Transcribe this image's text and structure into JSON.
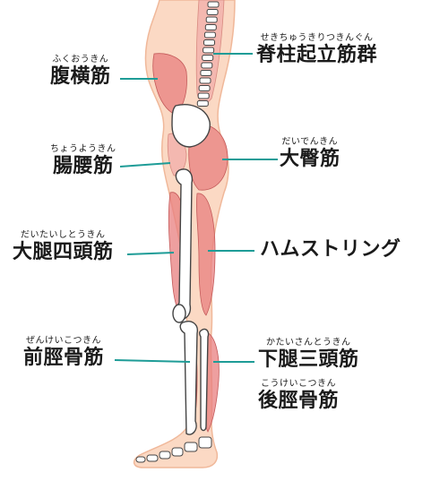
{
  "colors": {
    "skin": "#fbd9c4",
    "skin_outline": "#f0b89a",
    "muscle": "#e87f7f",
    "muscle_light": "#f4b8b0",
    "bone": "#ffffff",
    "bone_outline": "#444444",
    "leader_line": "#1e9c97",
    "text": "#1a1a1a"
  },
  "labels": [
    {
      "id": "rectus-abdominis",
      "furigana": "ふくおうきん",
      "name": "腹横筋",
      "side": "left"
    },
    {
      "id": "erector-spinae",
      "furigana": "せきちゅうきりつきんぐん",
      "name": "脊柱起立筋群",
      "side": "right"
    },
    {
      "id": "iliopsoas",
      "furigana": "ちょうようきん",
      "name": "腸腰筋",
      "side": "left"
    },
    {
      "id": "gluteus-maximus",
      "furigana": "だいでんきん",
      "name": "大臀筋",
      "side": "right"
    },
    {
      "id": "quadriceps",
      "furigana": "だいたいしとうきん",
      "name": "大腿四頭筋",
      "side": "left"
    },
    {
      "id": "hamstrings",
      "furigana": "",
      "name": "ハムストリング",
      "side": "right"
    },
    {
      "id": "tibialis-anterior",
      "furigana": "ぜんけいこつきん",
      "name": "前脛骨筋",
      "side": "left"
    },
    {
      "id": "triceps-surae",
      "furigana": "かたいさんとうきん",
      "name": "下腿三頭筋",
      "side": "right"
    },
    {
      "id": "tibialis-posterior",
      "furigana": "こうけいこつきん",
      "name": "後脛骨筋",
      "side": "right"
    }
  ]
}
